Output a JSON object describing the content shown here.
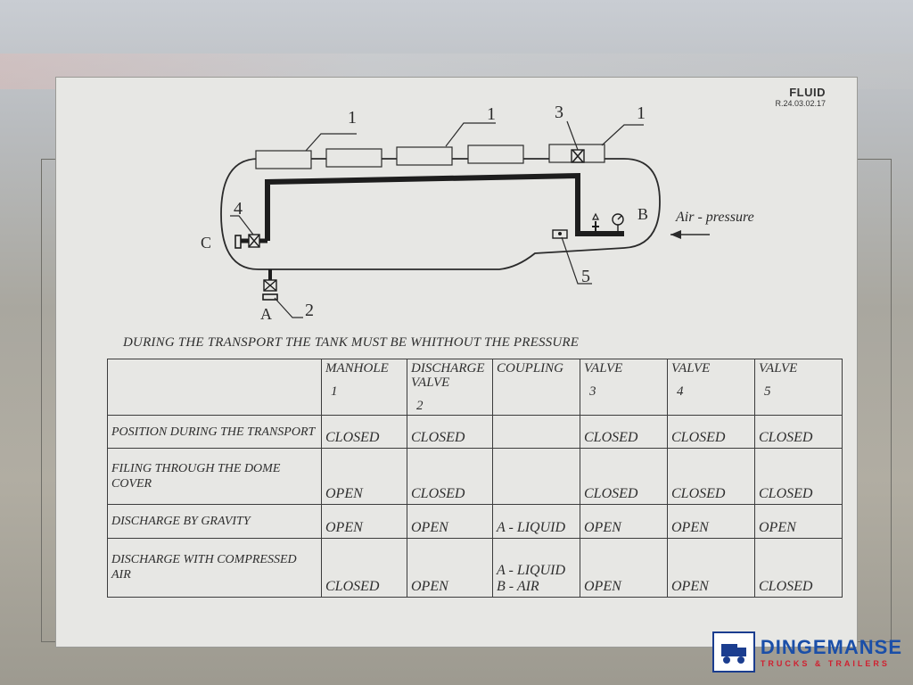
{
  "document": {
    "code_title": "FLUID",
    "code_number": "R.24.03.02.17"
  },
  "diagram": {
    "labels": {
      "manhole_left": "1",
      "manhole_mid": "1",
      "manhole_right": "1",
      "valve3": "3",
      "valve4": "4",
      "valve5": "5",
      "valve2": "2",
      "point_a": "A",
      "point_b": "B",
      "point_c": "C",
      "air_pressure": "Air - pressure"
    }
  },
  "warning": "DURING THE TRANSPORT THE TANK MUST BE WHITHOUT THE PRESSURE",
  "table": {
    "headers": [
      {
        "label": "",
        "num": ""
      },
      {
        "label": "MANHOLE",
        "num": "1"
      },
      {
        "label": "DISCHARGE VALVE",
        "num": "2"
      },
      {
        "label": "COUPLING",
        "num": ""
      },
      {
        "label": "VALVE",
        "num": "3"
      },
      {
        "label": "VALVE",
        "num": "4"
      },
      {
        "label": "VALVE",
        "num": "5"
      }
    ],
    "rows": [
      {
        "label": "POSITION DURING THE TRANSPORT",
        "cells": [
          "CLOSED",
          "CLOSED",
          "",
          "CLOSED",
          "CLOSED",
          "CLOSED"
        ]
      },
      {
        "label": "FILING THROUGH THE DOME COVER",
        "cells": [
          "OPEN",
          "CLOSED",
          "",
          "CLOSED",
          "CLOSED",
          "CLOSED"
        ]
      },
      {
        "label": "DISCHARGE BY GRAVITY",
        "cells": [
          "OPEN",
          "OPEN",
          "A - LIQUID",
          "OPEN",
          "OPEN",
          "OPEN"
        ]
      },
      {
        "label": "DISCHARGE WITH COMPRESSED AIR",
        "cells": [
          "CLOSED",
          "OPEN",
          "A - LIQUID\nB - AIR",
          "OPEN",
          "OPEN",
          "CLOSED"
        ]
      }
    ]
  },
  "watermark": {
    "brand": "DINGEMANSE",
    "sub": "TRUCKS & TRAILERS"
  }
}
